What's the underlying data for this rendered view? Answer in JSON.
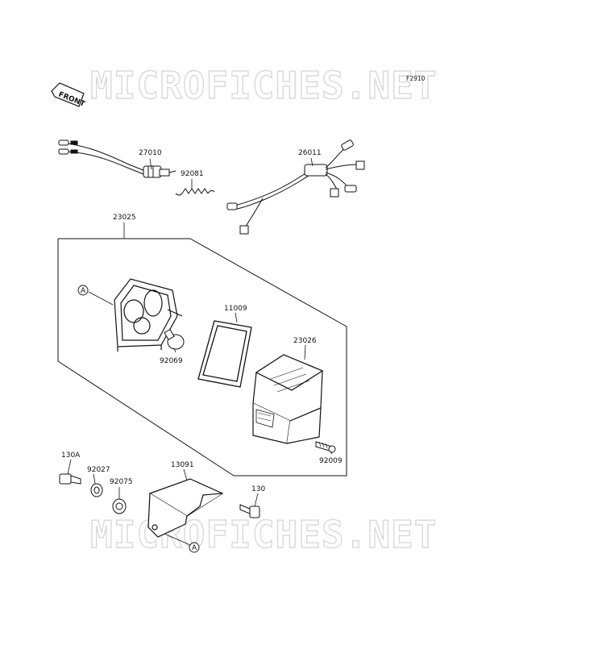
{
  "figure_code": "F2910",
  "watermark": "MICROFICHES.NET",
  "front_label": "FRONT",
  "parts": {
    "p27010": "27010",
    "p92081": "92081",
    "p26011": "26011",
    "p23025": "23025",
    "p11009": "11009",
    "p23026": "23026",
    "p92069": "92069",
    "p92009": "92009",
    "p130A": "130A",
    "p92027": "92027",
    "p92075": "92075",
    "p13091": "13091",
    "p130": "130"
  },
  "ref_marker": "A"
}
